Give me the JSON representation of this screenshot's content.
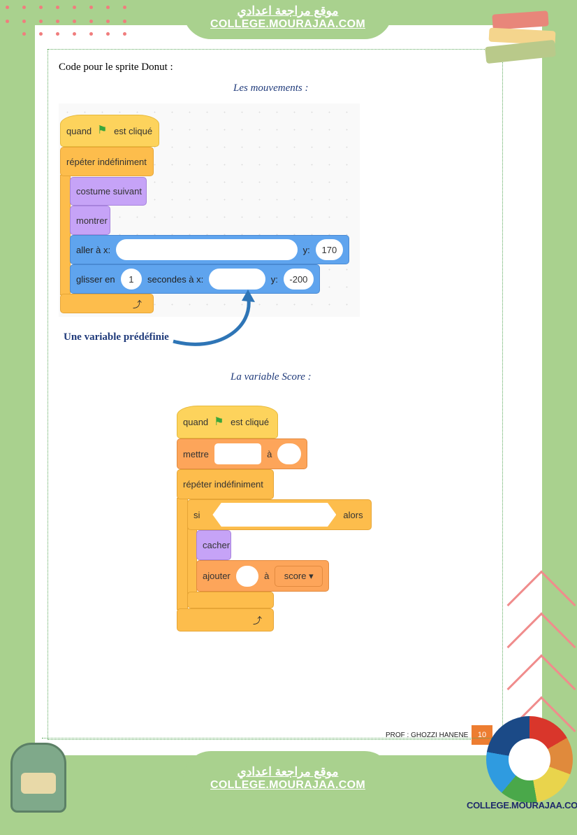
{
  "header": {
    "arabic": "موقع مراجعة اعدادي",
    "url": "COLLEGE.MOURAJAA.COM"
  },
  "intro": "Code pour le sprite Donut :",
  "section1": {
    "title": "Les mouvements :",
    "hat": {
      "pre": "quand",
      "post": "est cliqué",
      "icon": "green-flag-icon"
    },
    "repeat": "répéter indéfiniment",
    "costume": "costume suivant",
    "show": "montrer",
    "goto": {
      "label": "aller à x:",
      "ylabel": "y:",
      "y": "170"
    },
    "glide": {
      "label": "glisser en",
      "secs": "1",
      "mid": "secondes à x:",
      "ylabel": "y:",
      "y": "-200"
    },
    "annotation": "Une variable prédéfinie"
  },
  "section2": {
    "title": "La variable Score :",
    "hat": {
      "pre": "quand",
      "post": "est cliqué"
    },
    "set": {
      "label": "mettre",
      "to": "à"
    },
    "repeat": "répéter indéfiniment",
    "if": {
      "label": "si",
      "then": "alors"
    },
    "hide": "cacher",
    "change": {
      "label": "ajouter",
      "to": "à",
      "variable": "score ▾"
    }
  },
  "footer": {
    "author": "PROF : GHOZZI HANENE",
    "page": "10",
    "arabic": "موقع مراجعة اعدادي",
    "url": "COLLEGE.MOURAJAA.COM",
    "logo_text": "COLLEGE.MOURAJAA.COM"
  },
  "colors": {
    "border": "#a9d18e",
    "accent": "#ed7d31",
    "caption": "#1f3a7a"
  }
}
